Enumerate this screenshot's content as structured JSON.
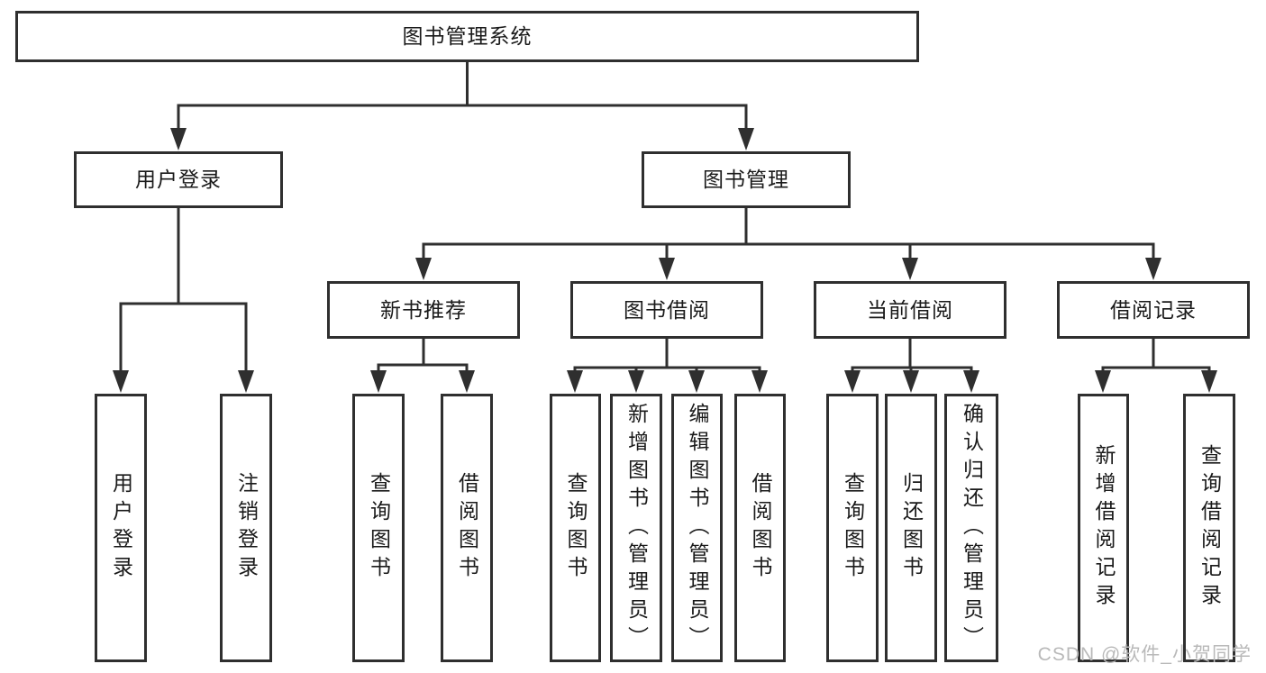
{
  "diagram_type": "hierarchy-tree",
  "watermark": "CSDN @软件_小贺同学",
  "colors": {
    "line": "#2f2f2f",
    "box_border": "#2f2f2f",
    "box_fill": "#ffffff",
    "text": "#1a1a1a",
    "watermark": "#b9b9b9",
    "background": "#ffffff"
  },
  "tree": {
    "label": "图书管理系统",
    "children": [
      {
        "label": "用户登录",
        "children": [
          {
            "label": "用户登录"
          },
          {
            "label": "注销登录"
          }
        ]
      },
      {
        "label": "图书管理",
        "children": [
          {
            "label": "新书推荐",
            "children": [
              {
                "label": "查询图书"
              },
              {
                "label": "借阅图书"
              }
            ]
          },
          {
            "label": "图书借阅",
            "children": [
              {
                "label": "查询图书"
              },
              {
                "label": "新增图书（管理员）"
              },
              {
                "label": "编辑图书（管理员）"
              },
              {
                "label": "借阅图书"
              }
            ]
          },
          {
            "label": "当前借阅",
            "children": [
              {
                "label": "查询图书"
              },
              {
                "label": "归还图书"
              },
              {
                "label": "确认归还（管理员）"
              }
            ]
          },
          {
            "label": "借阅记录",
            "children": [
              {
                "label": "新增借阅记录"
              },
              {
                "label": "查询借阅记录"
              }
            ]
          }
        ]
      }
    ]
  }
}
